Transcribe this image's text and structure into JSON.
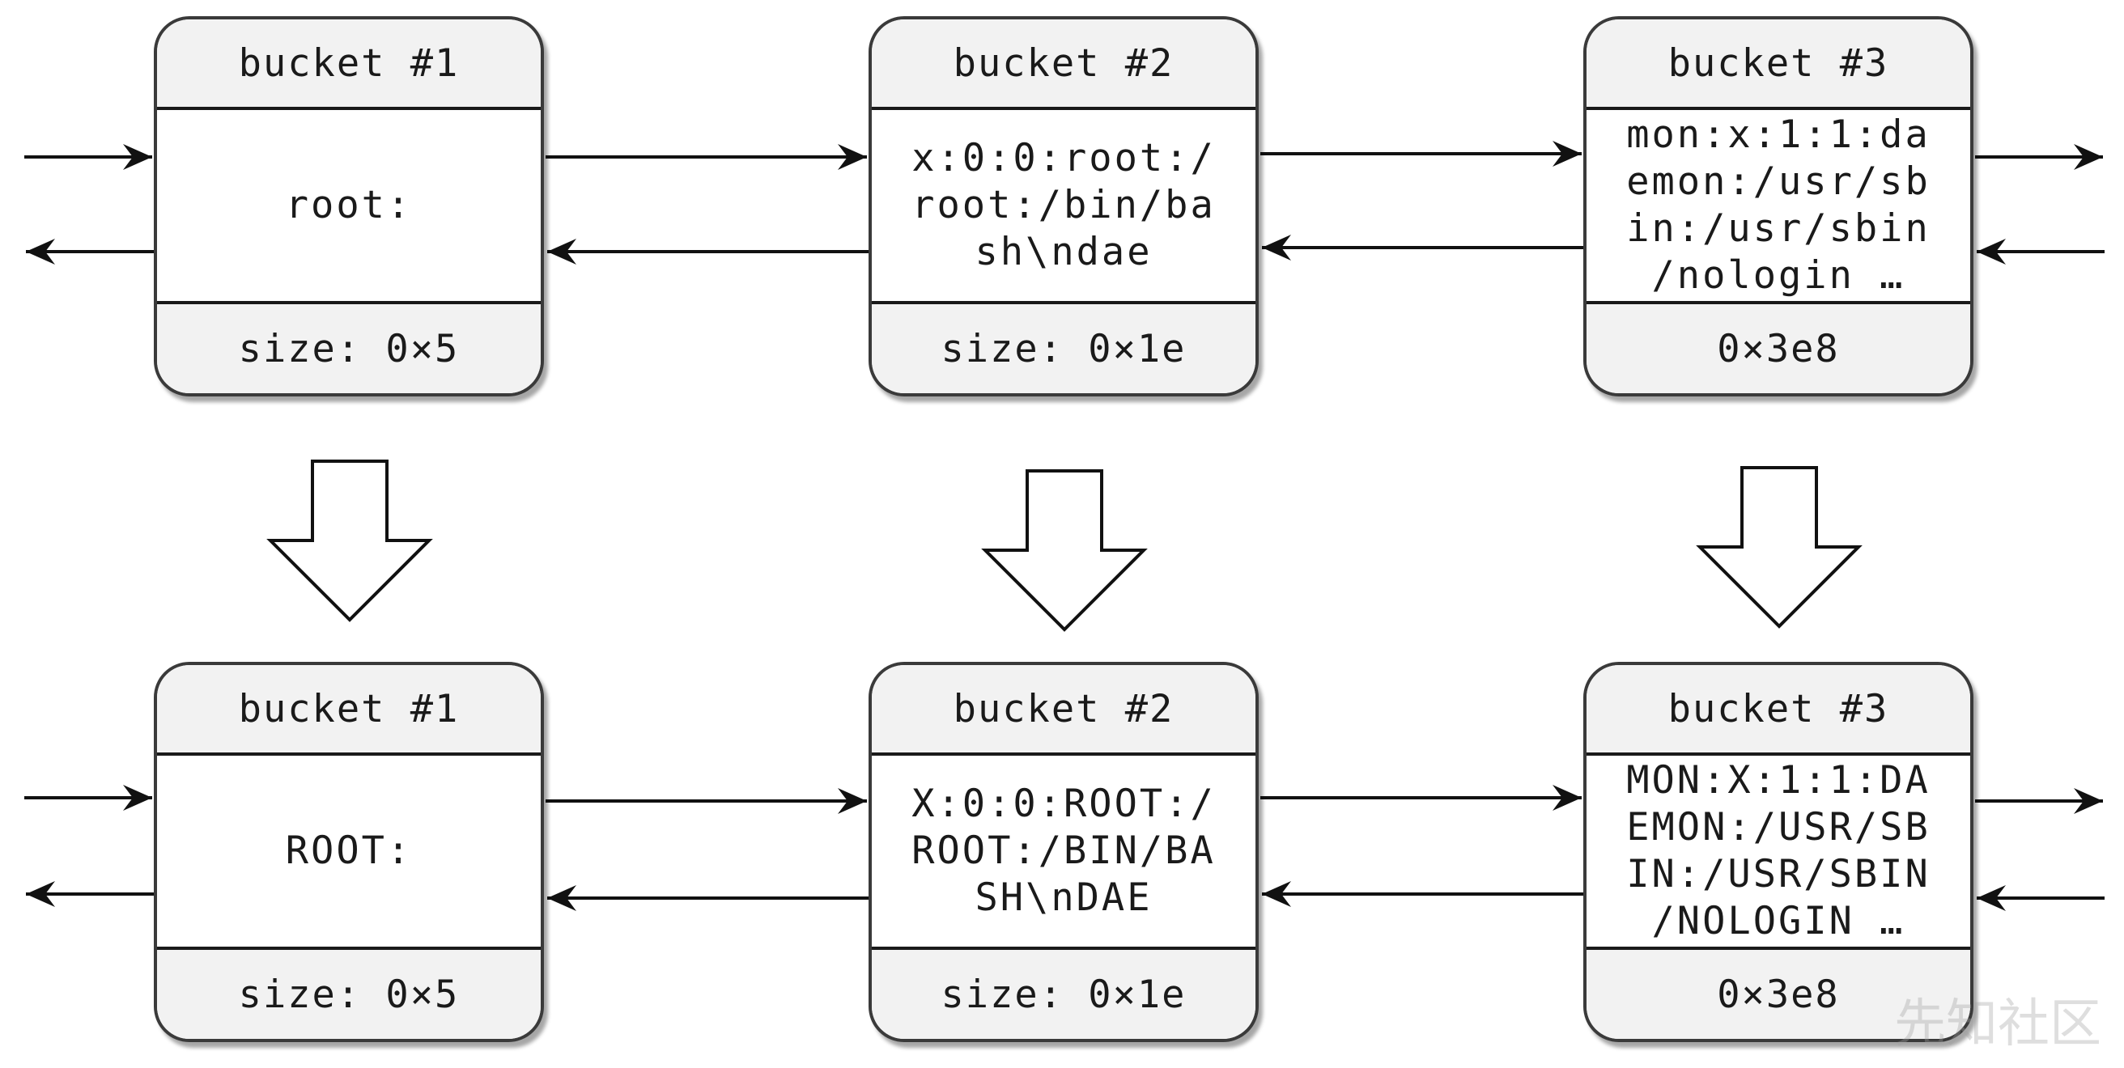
{
  "rows": [
    {
      "buckets": [
        {
          "title": "bucket #1",
          "content": "root:",
          "size": "size: 0×5"
        },
        {
          "title": "bucket #2",
          "content": "x:0:0:root:/\nroot:/bin/ba\nsh\\ndae",
          "size": "size: 0×1e"
        },
        {
          "title": "bucket #3",
          "content": "mon:x:1:1:da\nemon:/usr/sb\nin:/usr/sbin\n/nologin …",
          "size": "0×3e8"
        }
      ]
    },
    {
      "buckets": [
        {
          "title": "bucket #1",
          "content": "ROOT:",
          "size": "size: 0×5"
        },
        {
          "title": "bucket #2",
          "content": "X:0:0:ROOT:/\nROOT:/BIN/BA\nSH\\nDAE",
          "size": "size: 0×1e"
        },
        {
          "title": "bucket #3",
          "content": "MON:X:1:1:DA\nEMON:/USR/SB\nIN:/USR/SBIN\n/NOLOGIN …",
          "size": "0×3e8"
        }
      ]
    }
  ],
  "watermark": "先知社区"
}
